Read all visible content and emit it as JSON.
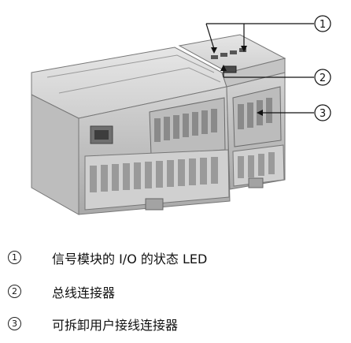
{
  "callouts": [
    {
      "number": "1",
      "text": "信号模块的 I/O 的状态 LED"
    },
    {
      "number": "2",
      "text": "总线连接器"
    },
    {
      "number": "3",
      "text": "可拆卸用户接线连接器"
    }
  ]
}
